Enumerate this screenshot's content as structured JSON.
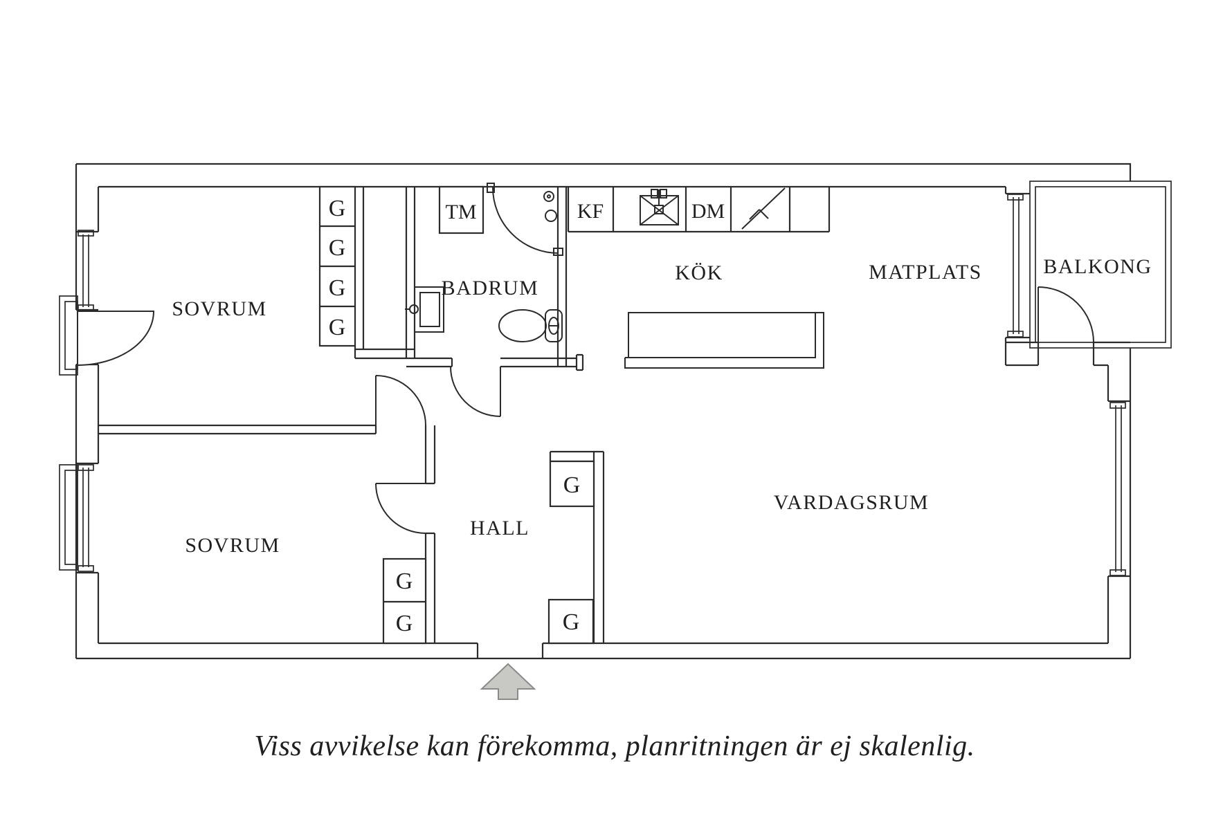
{
  "plan": {
    "rooms": {
      "bedroom_top": "SOVRUM",
      "bathroom": "BADRUM",
      "kitchen": "KÖK",
      "dining": "MATPLATS",
      "balcony": "BALKONG",
      "bedroom_bottom": "SOVRUM",
      "hall": "HALL",
      "living_room": "VARDAGSRUM"
    },
    "fixtures": {
      "washing_machine": "TM",
      "fridge_freezer": "KF",
      "dishwasher": "DM",
      "wardrobe": "G"
    },
    "caption": "Viss avvikelse kan förekomma, planritningen är ej skalenlig.",
    "colors": {
      "line": "#2b2b2b",
      "background": "#ffffff",
      "arrow_fill": "#c8c8c4",
      "arrow_stroke": "#8a8a88"
    }
  }
}
